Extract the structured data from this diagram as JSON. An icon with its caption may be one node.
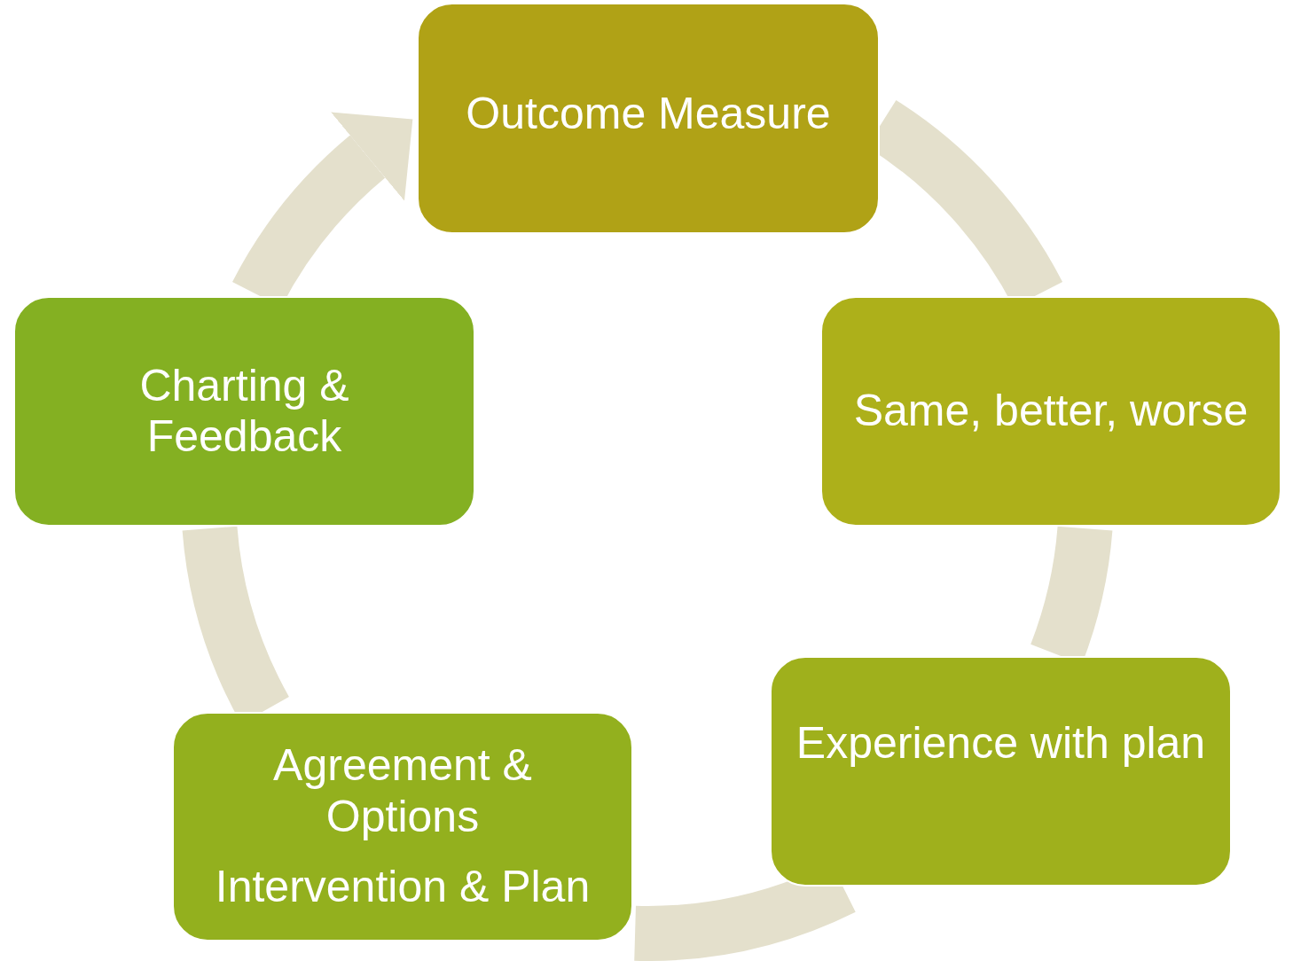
{
  "diagram": {
    "nodes": [
      {
        "text": [
          "Outcome Measure"
        ]
      },
      {
        "text": [
          "Same, better, worse"
        ]
      },
      {
        "text": [
          "Experience with plan"
        ]
      },
      {
        "text": [
          "Agreement & Options",
          "Intervention & Plan"
        ]
      },
      {
        "text": [
          "Charting & Feedback"
        ]
      }
    ],
    "edges": [
      {
        "from": 0,
        "to": 1,
        "arrow": "none"
      },
      {
        "from": 1,
        "to": 2,
        "arrow": "none"
      },
      {
        "from": 2,
        "to": 3,
        "arrow": "none"
      },
      {
        "from": 3,
        "to": 4,
        "arrow": "none"
      },
      {
        "from": 4,
        "to": 0,
        "arrow": "to"
      }
    ]
  }
}
